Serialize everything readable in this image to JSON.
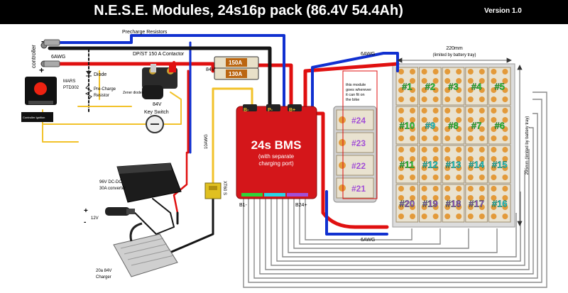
{
  "header": {
    "title": "N.E.S.E. Modules, 24s16p pack (86.4V 54.4Ah)",
    "version": "Version 1.0"
  },
  "labels": {
    "precharge_resistors": "Precharge Resistors",
    "controller": "controller",
    "awg6_top": "6AWG",
    "contactor": "DP/ST 150 A Contactor",
    "diode": "Diode",
    "mars": "MARS",
    "ptd": "PTD302",
    "pre_charge_resistor": "Pre-Charge\nResistor",
    "zener": "Zener diodes",
    "v84_mid": "84V",
    "v84_left": "84V",
    "controller_ignition": "Controller Ignition",
    "key_switch": "Key Switch",
    "fuse_150": "150A",
    "fuse_130": "130A",
    "awg10": "10AWG",
    "xt60": "XT60 S",
    "bms_title": "24s BMS",
    "bms_sub": "(with separate charging port)",
    "b_minus_term": "B-",
    "p_minus_term": "P-",
    "b_plus_term": "B+",
    "b1_minus": "B1-",
    "b24_plus": "B24+",
    "module_note": "this module goes wherever it can fit on the bike",
    "awg6_right": "6AWG",
    "awg6_bottom": "6AWG",
    "tray_width": "220mm (limited by battery tray)",
    "tray_height": "295mm (limited by battery tray)",
    "converter": "96V DC-DC 30A converter",
    "v12": "12V",
    "charger": "20a 84V Charger",
    "plus": "+",
    "minus": "-"
  },
  "modules": {
    "grid": [
      [
        "#1",
        "#2",
        "#3",
        "#4",
        "#5"
      ],
      [
        "#10",
        "#9",
        "#8",
        "#7",
        "#6"
      ],
      [
        "#11",
        "#12",
        "#13",
        "#14",
        "#15"
      ],
      [
        "#20",
        "#19",
        "#18",
        "#17",
        "#16"
      ]
    ],
    "side": [
      "#24",
      "#23",
      "#22",
      "#21"
    ]
  },
  "colors": {
    "green_module": "#2fd43a",
    "cyan_module": "#27d6e6",
    "purple_module": "#a24fd6",
    "wire_red": "#e01010",
    "wire_blue": "#1030d0",
    "wire_black": "#151515",
    "wire_yellow": "#f2c22a",
    "bms_red": "#d4161a"
  }
}
